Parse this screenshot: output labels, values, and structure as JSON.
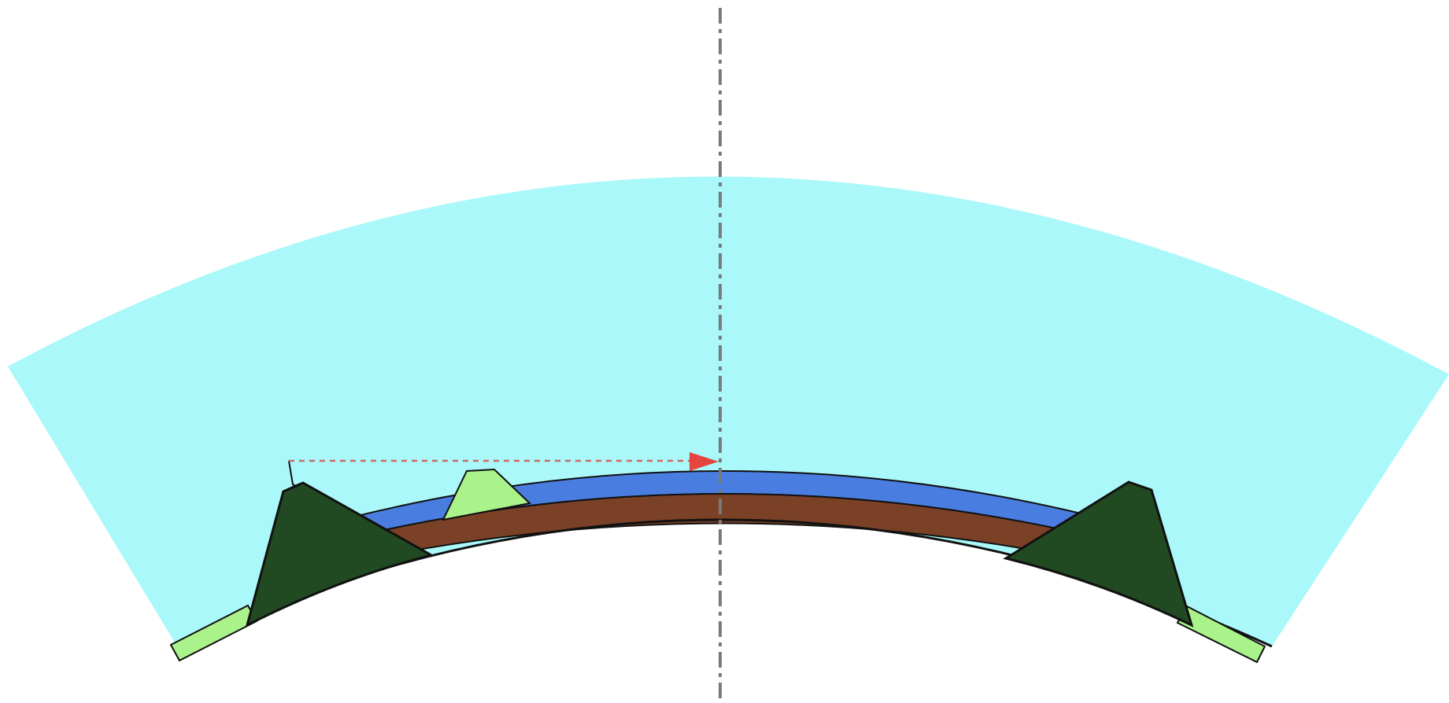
{
  "diagram": {
    "type": "cross-section",
    "labels": [],
    "colors": {
      "background": "#ffffff",
      "outer_fan": "#aaf8f9",
      "blue_layer": "#4a7de0",
      "brown_layer": "#7a4127",
      "dark_green_mounds": "#214a23",
      "light_green_blocks": "#aaf28a",
      "outline": "#111111",
      "center_axis": "#7a7a7a",
      "arrow_line": "#cc6b63",
      "arrow_head": "#e4463f"
    },
    "components": [
      {
        "name": "outer-fan-region",
        "color_key": "outer_fan"
      },
      {
        "name": "blue-arc-layer",
        "color_key": "blue_layer"
      },
      {
        "name": "brown-arc-layer",
        "color_key": "brown_layer"
      },
      {
        "name": "left-dark-mound",
        "color_key": "dark_green_mounds"
      },
      {
        "name": "right-dark-mound",
        "color_key": "dark_green_mounds"
      },
      {
        "name": "top-light-block",
        "color_key": "light_green_blocks"
      },
      {
        "name": "left-light-strip",
        "color_key": "light_green_blocks"
      },
      {
        "name": "right-light-strip",
        "color_key": "light_green_blocks"
      },
      {
        "name": "center-dash-dot-axis",
        "color_key": "center_axis"
      },
      {
        "name": "horizontal-arrow",
        "color_key": "arrow_head"
      }
    ]
  }
}
